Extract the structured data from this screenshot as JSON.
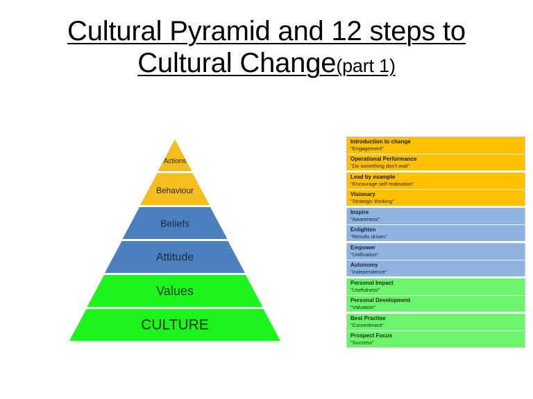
{
  "slide": {
    "background_color": "#ffffff",
    "title_line1": "Cultural Pyramid and 12 steps to",
    "title_line2_main": "Cultural Change",
    "title_line2_sub": "(part 1)"
  },
  "pyramid": {
    "name": "cultural-pyramid",
    "tiers": [
      {
        "label": "Actions",
        "color": "#F5BE1E",
        "group": "orange"
      },
      {
        "label": "Behaviour",
        "color": "#F5BE1E",
        "group": "orange"
      },
      {
        "label": "Beliefs",
        "color": "#4C7FBE",
        "group": "blue"
      },
      {
        "label": "Attitude",
        "color": "#4C7FBE",
        "group": "blue"
      },
      {
        "label": "Values",
        "color": "#1CF51C",
        "group": "green"
      },
      {
        "label": "CULTURE",
        "color": "#1CF51C",
        "group": "green"
      }
    ]
  },
  "steps_panel": {
    "groups": [
      {
        "color": "#FFC000",
        "group": "orange",
        "rows": [
          {
            "title": "Introduction to change",
            "quote": "\"Engagement\""
          },
          {
            "title": "Operational Performance",
            "quote": "\"Do something don't wait\""
          }
        ]
      },
      {
        "color": "#FFC000",
        "group": "orange",
        "rows": [
          {
            "title": "Lead by example",
            "quote": "\"Encourage self realisation\""
          },
          {
            "title": "Visionary",
            "quote": "\"Strategic thinking\""
          }
        ]
      },
      {
        "color": "#90B4E0",
        "group": "blue",
        "rows": [
          {
            "title": "Inspire",
            "quote": "\"Awareness\""
          },
          {
            "title": "Enlighten",
            "quote": "\"Results driven\""
          }
        ]
      },
      {
        "color": "#90B4E0",
        "group": "blue",
        "rows": [
          {
            "title": "Empower",
            "quote": "\"Unification\""
          },
          {
            "title": "Autonomy",
            "quote": "\"Independence\""
          }
        ]
      },
      {
        "color": "#6BF56B",
        "group": "green",
        "rows": [
          {
            "title": "Personal Impact",
            "quote": "\"Usefulness\""
          },
          {
            "title": "Personal Development",
            "quote": "\"Valuation\""
          }
        ]
      },
      {
        "color": "#6BF56B",
        "group": "green",
        "rows": [
          {
            "title": "Best Practise",
            "quote": "\"Commitment\""
          },
          {
            "title": "Prospect Focus",
            "quote": "\"Success\""
          }
        ]
      }
    ]
  }
}
